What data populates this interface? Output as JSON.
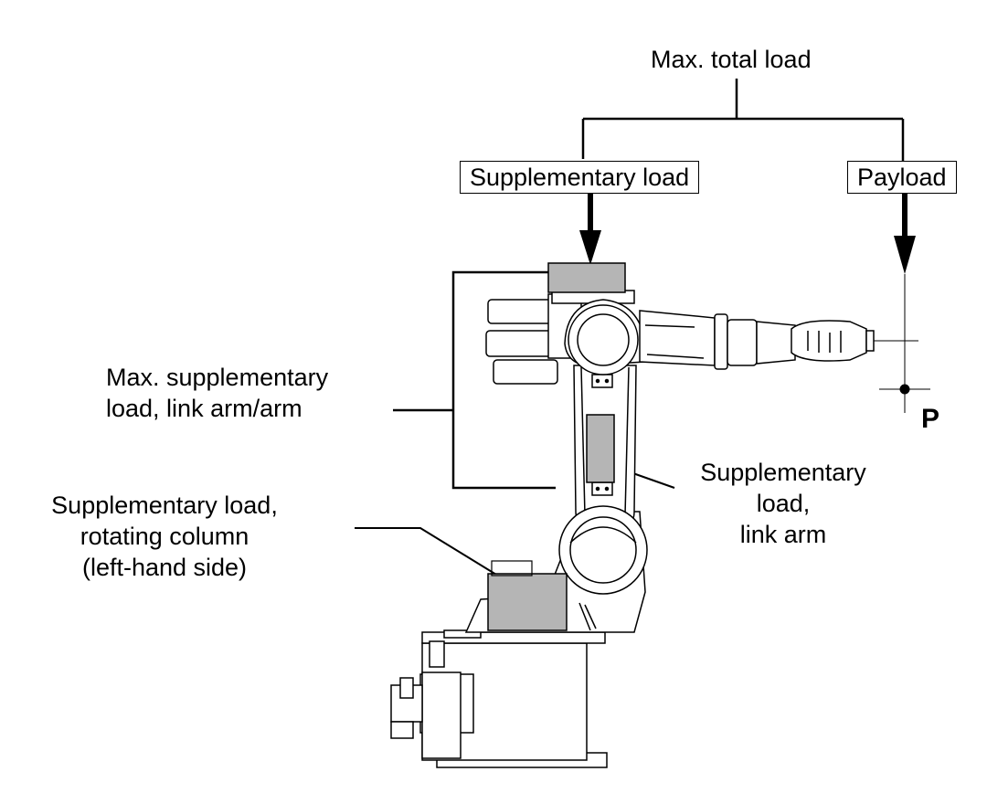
{
  "labels": {
    "max_total_load": "Max. total load",
    "supplementary_load": "Supplementary load",
    "payload": "Payload",
    "max_supplementary_line1": "Max. supplementary",
    "max_supplementary_line2": "load, link arm/arm",
    "suppl_column_line1": "Supplementary load,",
    "suppl_column_line2": "rotating column",
    "suppl_column_line3": "(left-hand side)",
    "suppl_link_line1": "Supplementary",
    "suppl_link_line2": "load,",
    "suppl_link_line3": "link arm",
    "point_p": "P"
  },
  "colors": {
    "line": "#000000",
    "load_fill": "#b5b5b5",
    "background": "#ffffff"
  }
}
